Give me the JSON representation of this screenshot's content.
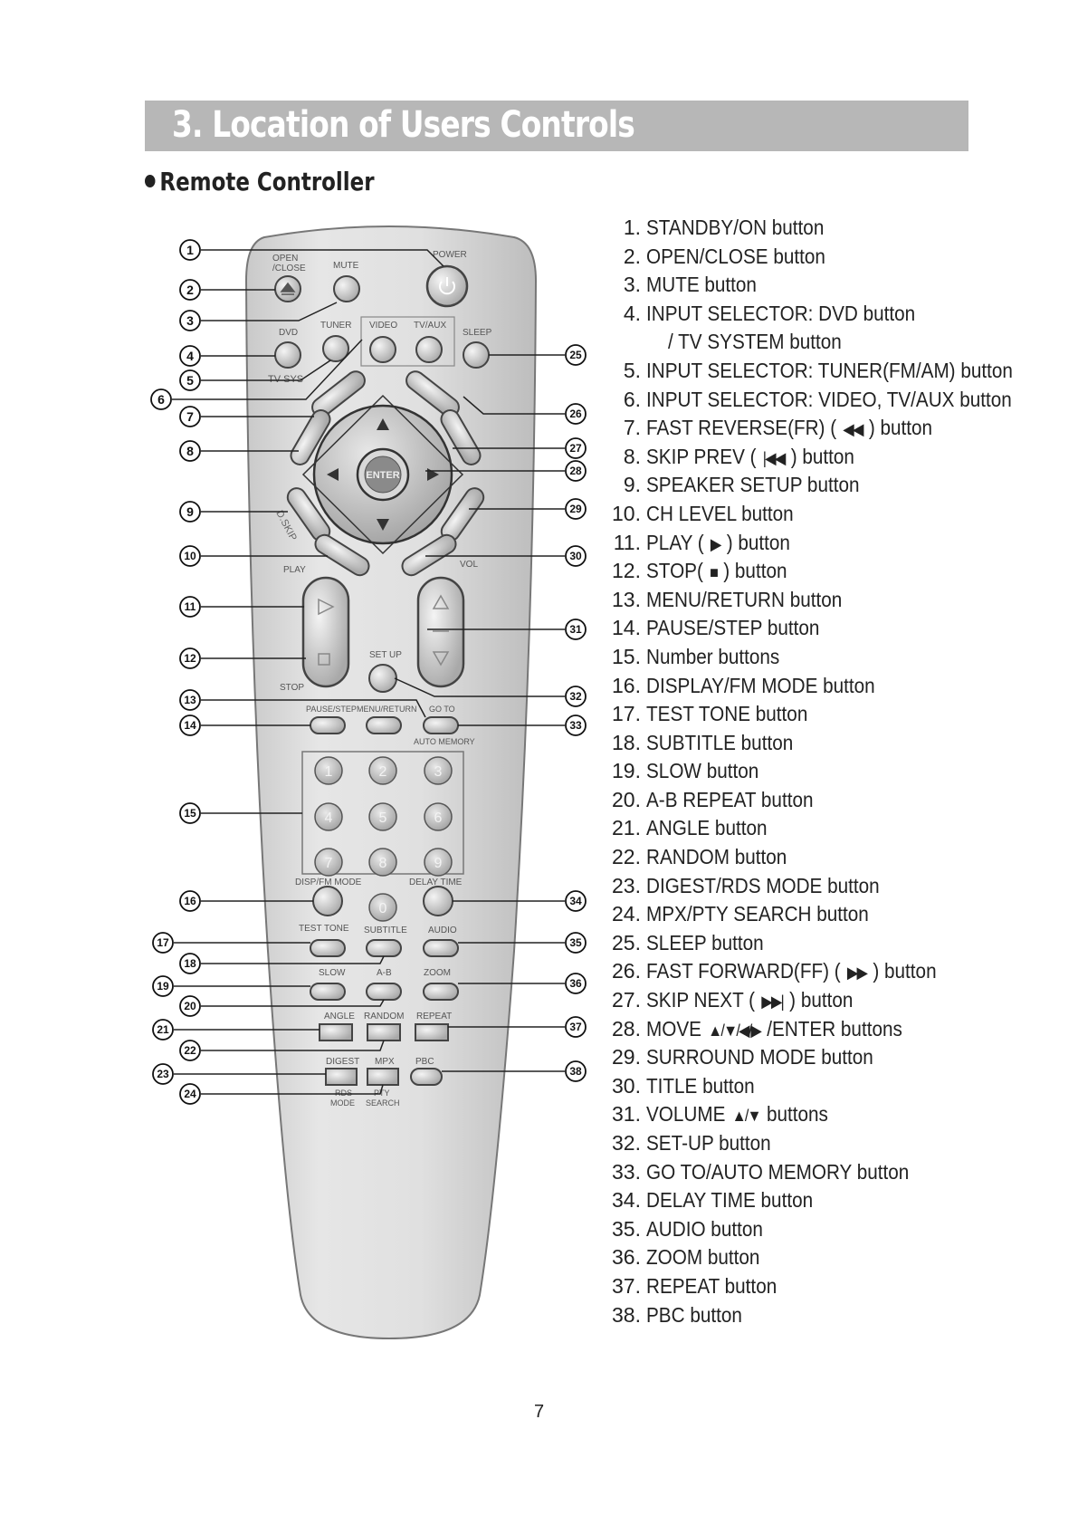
{
  "page": {
    "title": "3. Location of Users Controls",
    "subheading": "Remote Controller",
    "page_number": "7"
  },
  "remote_labels": {
    "open_close": [
      "OPEN",
      "/CLOSE"
    ],
    "mute": "MUTE",
    "power": "POWER",
    "dvd": "DVD",
    "tuner": "TUNER",
    "video": "VIDEO",
    "tv_aux": "TV/AUX",
    "sleep": "SLEEP",
    "tv_sys": "TV SYS",
    "enter": "ENTER",
    "d_skip": "D.SKIP",
    "play": "PLAY",
    "vol": "VOL",
    "stop": "STOP",
    "set_up": "SET UP",
    "pause_step": "PAUSE/STEP",
    "menu_return": "MENU/RETURN",
    "go_to": "GO TO",
    "auto_memory": "AUTO MEMORY",
    "numbers": [
      "1",
      "2",
      "3",
      "4",
      "5",
      "6",
      "7",
      "8",
      "9",
      "0"
    ],
    "disp_fm_mode": "DISP/FM MODE",
    "delay_time": "DELAY  TIME",
    "test_tone": "TEST TONE",
    "subtitle": "SUBTITLE",
    "audio": "AUDIO",
    "slow": "SLOW",
    "a_b": "A-B",
    "zoom": "ZOOM",
    "angle": "ANGLE",
    "random": "RANDOM",
    "repeat": "REPEAT",
    "digest": "DIGEST",
    "mpx": "MPX",
    "pbc": "PBC",
    "rds_mode": [
      "RDS",
      "MODE"
    ],
    "pty_search": [
      "PTY",
      "SEARCH"
    ]
  },
  "callouts": [
    "1",
    "2",
    "3",
    "4",
    "5",
    "6",
    "7",
    "8",
    "9",
    "10",
    "11",
    "12",
    "13",
    "14",
    "15",
    "16",
    "17",
    "18",
    "19",
    "20",
    "21",
    "22",
    "23",
    "24",
    "25",
    "26",
    "27",
    "28",
    "29",
    "30",
    "31",
    "32",
    "33",
    "34",
    "35",
    "36",
    "37",
    "38"
  ],
  "legend": [
    {
      "num": "1.",
      "text": "STANDBY/ON button"
    },
    {
      "num": "2.",
      "text": "OPEN/CLOSE button"
    },
    {
      "num": "3.",
      "text": "MUTE button"
    },
    {
      "num": "4.",
      "text": "INPUT SELECTOR: DVD button"
    },
    {
      "num": "",
      "text": "/ TV SYSTEM button"
    },
    {
      "num": "5.",
      "text": "INPUT SELECTOR: TUNER(FM/AM) button"
    },
    {
      "num": "6.",
      "text": "INPUT SELECTOR: VIDEO, TV/AUX button"
    },
    {
      "num": "7.",
      "text": "FAST REVERSE(FR) (",
      "glyph": "◀◀",
      "after": ") button"
    },
    {
      "num": "8.",
      "text": "SKIP PREV (",
      "glyph": "|◀◀",
      "after": ") button"
    },
    {
      "num": "9.",
      "text": "SPEAKER SETUP button"
    },
    {
      "num": "10.",
      "text": "CH LEVEL button"
    },
    {
      "num": "11.",
      "text": "PLAY (",
      "glyph": "▶",
      "after": ") button"
    },
    {
      "num": "12.",
      "text": "STOP(",
      "glyph": "■",
      "after": ") button"
    },
    {
      "num": "13.",
      "text": "MENU/RETURN button"
    },
    {
      "num": "14.",
      "text": "PAUSE/STEP button"
    },
    {
      "num": "15.",
      "text": "Number buttons"
    },
    {
      "num": "16.",
      "text": "DISPLAY/FM MODE button"
    },
    {
      "num": "17.",
      "text": "TEST TONE button"
    },
    {
      "num": "18.",
      "text": "SUBTITLE button"
    },
    {
      "num": "19.",
      "text": "SLOW button"
    },
    {
      "num": "20.",
      "text": "A-B REPEAT button"
    },
    {
      "num": "21.",
      "text": "ANGLE button"
    },
    {
      "num": "22.",
      "text": "RANDOM button"
    },
    {
      "num": "23.",
      "text": "DIGEST/RDS MODE button"
    },
    {
      "num": "24.",
      "text": "MPX/PTY SEARCH button"
    },
    {
      "num": "25.",
      "text": "SLEEP button"
    },
    {
      "num": "26.",
      "text": "FAST FORWARD(FF) (",
      "glyph": "▶▶",
      "after": ") button"
    },
    {
      "num": "27.",
      "text": "SKIP NEXT (",
      "glyph": "▶▶|",
      "after": ") button"
    },
    {
      "num": "28.",
      "text": "MOVE",
      "glyph": "▲/▼/◀/▶",
      "after": "/ENTER buttons"
    },
    {
      "num": "29.",
      "text": "SURROUND MODE button"
    },
    {
      "num": "30.",
      "text": "TITLE button"
    },
    {
      "num": "31.",
      "text": "VOLUME",
      "glyph": "▲/▼",
      "after": "buttons"
    },
    {
      "num": "32.",
      "text": "SET-UP button"
    },
    {
      "num": "33.",
      "text": "GO TO/AUTO MEMORY button"
    },
    {
      "num": "34.",
      "text": "DELAY TIME button"
    },
    {
      "num": "35.",
      "text": "AUDIO button"
    },
    {
      "num": "36.",
      "text": "ZOOM button"
    },
    {
      "num": "37.",
      "text": "REPEAT button"
    },
    {
      "num": "38.",
      "text": "PBC button"
    }
  ]
}
